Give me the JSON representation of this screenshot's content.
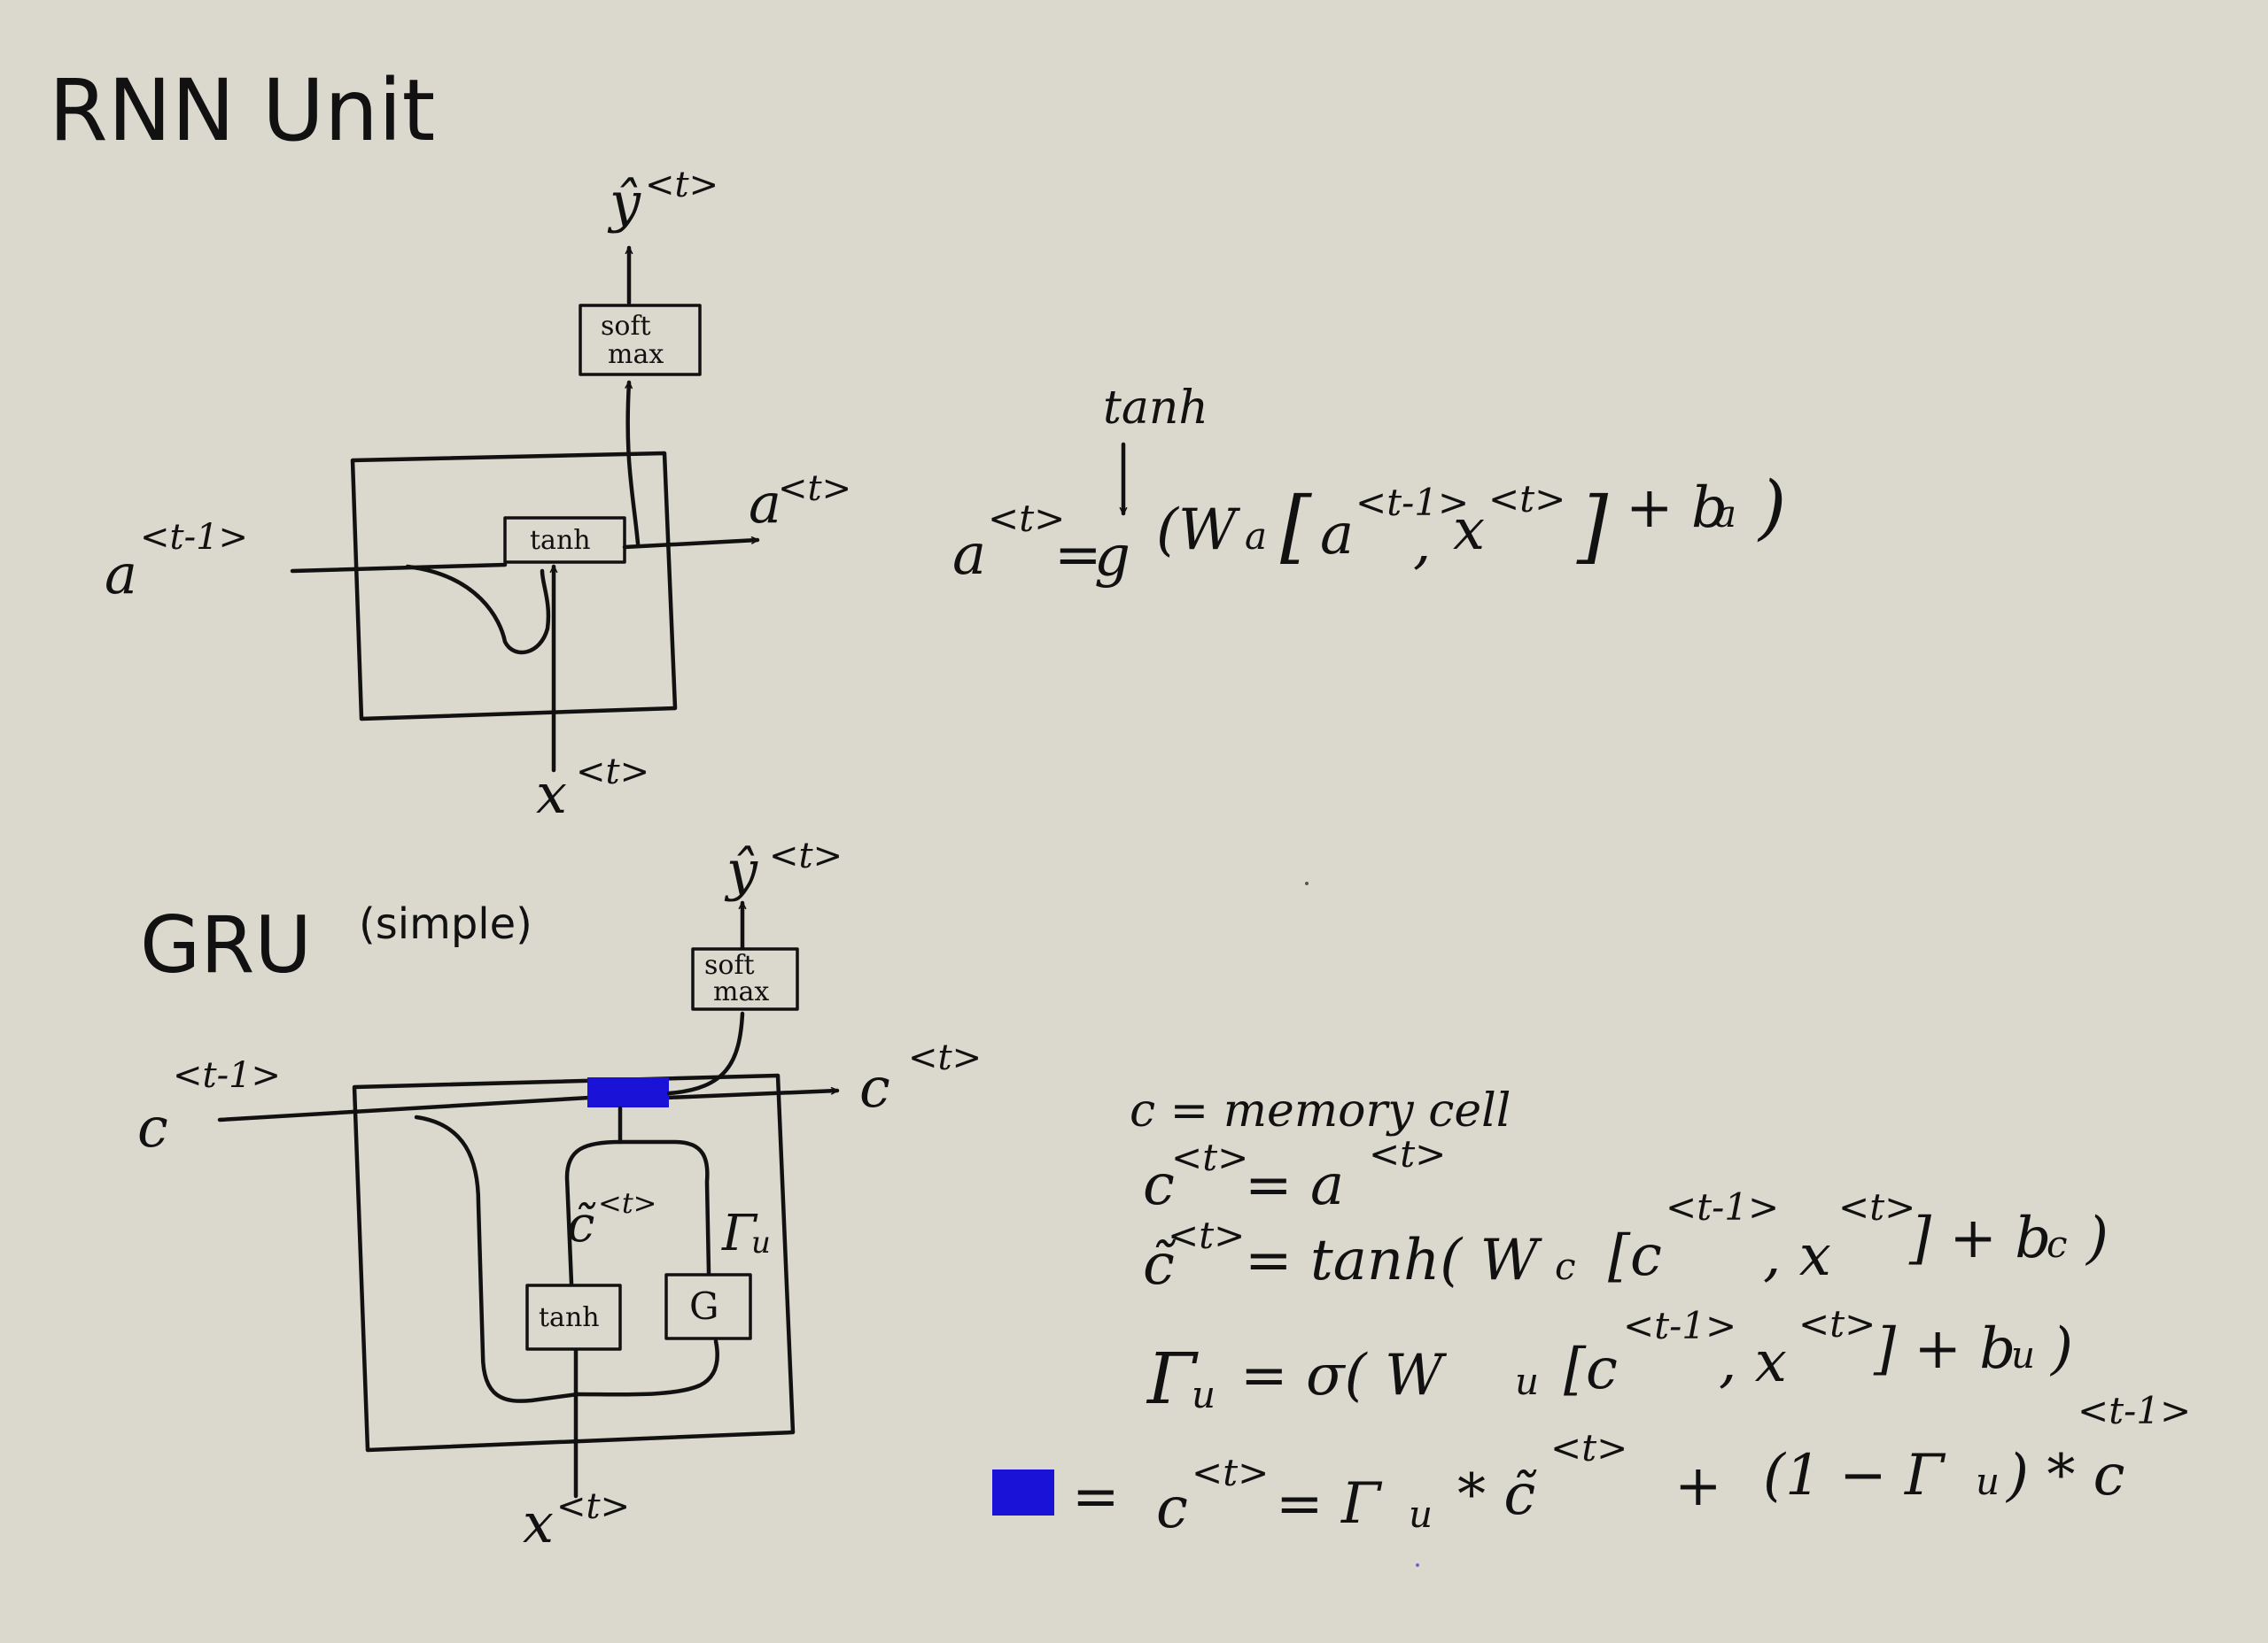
{
  "rnn": {
    "title": "RNN Unit",
    "input_a": "a",
    "input_a_sup": "<t-1>",
    "output_a": "a",
    "output_a_sup": "<t>",
    "input_x": "x",
    "input_x_sup": "<t>",
    "output_y": "ŷ",
    "output_y_sup": "<t>",
    "softmax_line1": "soft",
    "softmax_line2": "max",
    "tanh_box": "tanh",
    "eq_tanh_label": "tanh",
    "eq_lhs": "a",
    "eq_lhs_sup": "<t>",
    "eq_eq": "=",
    "eq_g": "g",
    "eq_open": "(W",
    "eq_wsub": "a",
    "eq_bracket_open": "[",
    "eq_a": "a",
    "eq_a_sup": "<t-1>",
    "eq_comma": ",",
    "eq_x": "x",
    "eq_x_sup": "<t>",
    "eq_bracket_close": "]",
    "eq_bias": "+ b",
    "eq_bias_sub": "a",
    "eq_close": ")"
  },
  "gru": {
    "title": "GRU",
    "title_note": "(simple)",
    "input_c": "c",
    "input_c_sup": "<t-1>",
    "output_c": "c",
    "output_c_sup": "<t>",
    "input_x": "x",
    "input_x_sup": "<t>",
    "output_y": "ŷ",
    "output_y_sup": "<t>",
    "softmax_line1": "soft",
    "softmax_line2": "max",
    "tanh_box": "tanh",
    "gate_box": "G",
    "c_tilde": "c̃",
    "c_tilde_sup": "<t>",
    "gamma_u": "Γ",
    "gamma_u_sub": "u",
    "gate_color": "#1a12d6"
  },
  "equations": {
    "line1": "c = memory cell",
    "line2_lhs": "c",
    "line2_lhs_sup": "<t>",
    "line2_rhs": "= a",
    "line2_rhs_sup": "<t>",
    "line3_lhs": "c̃",
    "line3_lhs_sup": "<t>",
    "line3_a": "= tanh( W",
    "line3_wsub": "c",
    "line3_b": "[c",
    "line3_c_sup": "<t-1>",
    "line3_c": ", x",
    "line3_x_sup": "<t>",
    "line3_d": "] + b",
    "line3_bsub": "c",
    "line3_e": ")",
    "line4_lhs": "Γ",
    "line4_lhs_sub": "u",
    "line4_a": "= σ( W",
    "line4_wsub": "u",
    "line4_b": "[c",
    "line4_c_sup": "<t-1>",
    "line4_c": ", x",
    "line4_x_sup": "<t>",
    "line4_d": "] + b",
    "line4_bsub": "u",
    "line4_e": ")",
    "line5_eq1": "=",
    "line5_c": "c",
    "line5_c_sup": "<t>",
    "line5_a": "= Γ",
    "line5_gsub": "u",
    "line5_b": "* c̃",
    "line5_ct_sup": "<t>",
    "line5_plus": "+",
    "line5_d": "(1 − Γ",
    "line5_g2sub": "u",
    "line5_e": ") * c",
    "line5_cprev_sup": "<t-1>"
  }
}
